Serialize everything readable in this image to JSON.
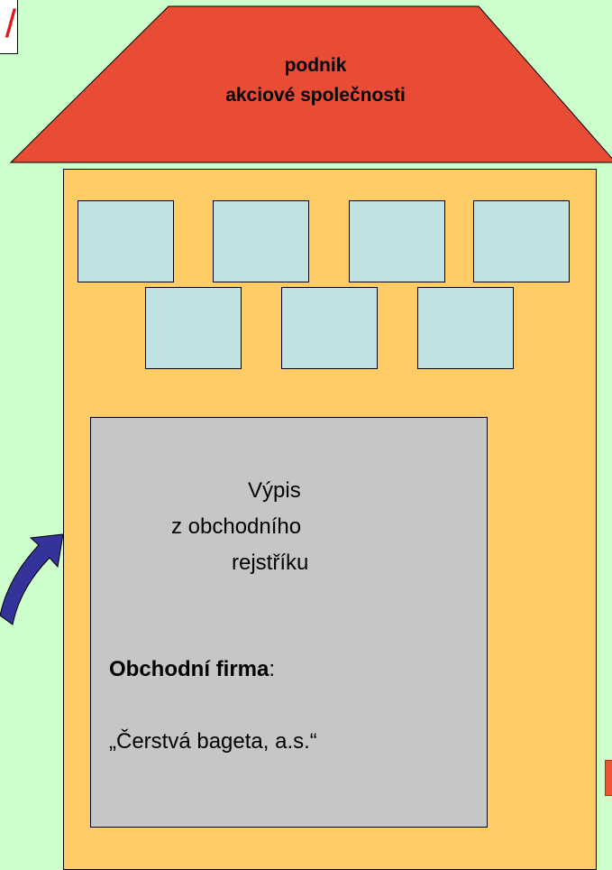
{
  "corner_glyph": "/",
  "roof": {
    "line1": "podnik",
    "line2": "akciové společnosti"
  },
  "document": {
    "heading_line1": "Výpis",
    "heading_line2": "z obchodního",
    "heading_line3": "rejstříku",
    "field_label": "Obchodní firma",
    "field_separator": ":",
    "field_value": "„Čerstvá bageta, a.s.“"
  },
  "colors": {
    "background": "#ccffcc",
    "roof": "#e84c35",
    "building": "#ffcc66",
    "window": "#bfe3e3",
    "document": "#c6c6c6",
    "arrow": "#333399",
    "corner_glyph": "#dd1a1a"
  }
}
